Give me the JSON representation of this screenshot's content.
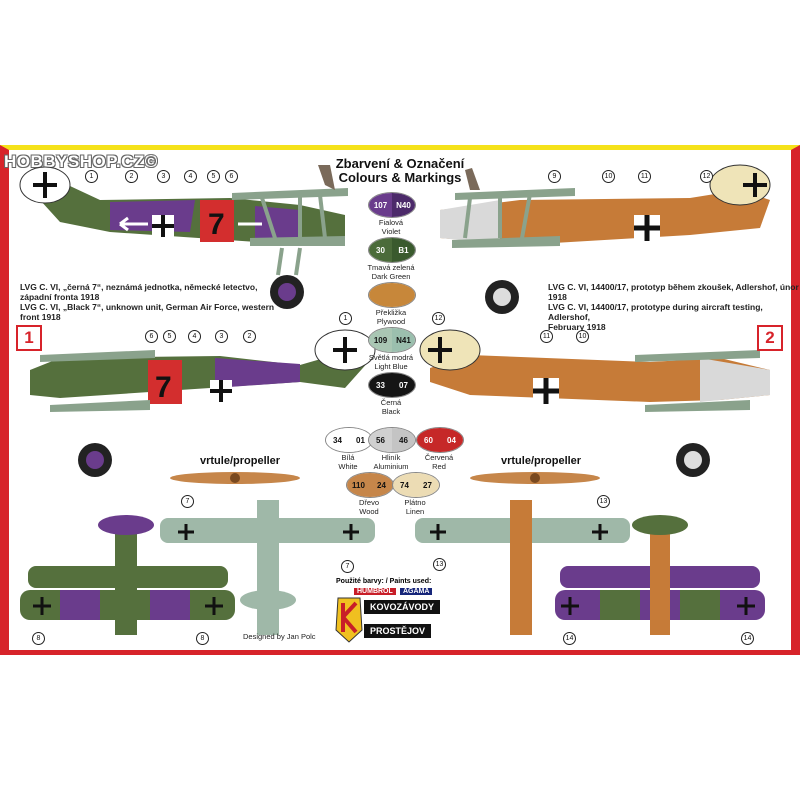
{
  "watermark": "HOBBYSHOP.CZ©",
  "title": {
    "cz": "Zbarvení & Označení",
    "en": "Colours & Markings"
  },
  "profile1": {
    "badge": "1",
    "caption_cz": [
      "LVG C. VI, „černá 7“, neznámá jednotka, německé letectvo,",
      "západní fronta 1918"
    ],
    "caption_en": [
      "LVG C. VI, „Black 7“, unknown unit, German Air Force, western",
      "front 1918"
    ],
    "fuselage_number": "7"
  },
  "profile2": {
    "badge": "2",
    "caption_cz": [
      "LVG C. VI, 14400/17, prototyp během zkoušek, Adlershof, únor 1918"
    ],
    "caption_en": [
      "LVG C. VI, 14400/17, prototype during aircraft testing, Adlershof,",
      "February 1918"
    ]
  },
  "callouts": {
    "top_left": [
      "1",
      "2",
      "3",
      "4",
      "5",
      "6"
    ],
    "mid_left": [
      "6",
      "5",
      "4",
      "3",
      "2",
      "1"
    ],
    "top_right": [
      "9",
      "10",
      "11",
      "12"
    ],
    "mid_right": [
      "12",
      "11",
      "10"
    ],
    "plan_left": [
      "7",
      "8",
      "7",
      "8"
    ],
    "plan_right": [
      "13",
      "13",
      "14",
      "14"
    ]
  },
  "paints": [
    {
      "codes": [
        "107",
        "N40"
      ],
      "cz": "Fialová",
      "en": "Violet",
      "colors": [
        "#6a3c8c",
        "#4c2a6a"
      ],
      "text": [
        "#fff",
        "#fff"
      ]
    },
    {
      "codes": [
        "30",
        "B1"
      ],
      "cz": "Tmavá zelená",
      "en": "Dark Green",
      "colors": [
        "#4b6b3a",
        "#3a5a2e"
      ],
      "text": [
        "#fff",
        "#fff"
      ]
    },
    {
      "codes": [
        "",
        ""
      ],
      "cz": "Překližka",
      "en": "Plywood",
      "colors": [
        "#c7873a",
        "#c7873a"
      ],
      "text": [
        "#fff",
        "#fff"
      ]
    },
    {
      "codes": [
        "109",
        "N41"
      ],
      "cz": "Světlá modrá",
      "en": "Light Blue",
      "colors": [
        "#a9c6b3",
        "#9bbfae"
      ],
      "text": [
        "#111",
        "#111"
      ]
    },
    {
      "codes": [
        "33",
        "07"
      ],
      "cz": "Černá",
      "en": "Black",
      "colors": [
        "#151515",
        "#151515"
      ],
      "text": [
        "#fff",
        "#fff"
      ]
    },
    {
      "codes": [
        "34",
        "01"
      ],
      "cz": "Bílá",
      "en": "White",
      "colors": [
        "#ffffff",
        "#ffffff"
      ],
      "text": [
        "#111",
        "#111"
      ]
    },
    {
      "codes": [
        "56",
        "46"
      ],
      "cz": "Hliník",
      "en": "Aluminium",
      "colors": [
        "#d0d0d0",
        "#c4c4c4"
      ],
      "text": [
        "#111",
        "#111"
      ]
    },
    {
      "codes": [
        "60",
        "04"
      ],
      "cz": "Červená",
      "en": "Red",
      "colors": [
        "#c62828",
        "#c62828"
      ],
      "text": [
        "#fff",
        "#fff"
      ]
    },
    {
      "codes": [
        "110",
        "24"
      ],
      "cz": "Dřevo",
      "en": "Wood",
      "colors": [
        "#c6864a",
        "#c6864a"
      ],
      "text": [
        "#111",
        "#111"
      ]
    },
    {
      "codes": [
        "74",
        "27"
      ],
      "cz": "Plátno",
      "en": "Linen",
      "colors": [
        "#ecdcb4",
        "#ecdcb4"
      ],
      "text": [
        "#111",
        "#111"
      ]
    }
  ],
  "propeller_label": "vrtule/propeller",
  "paints_used": "Použité barvy: / Paints used:",
  "brands": {
    "humbrol": "HUMBROL",
    "agama": "AGAMA",
    "kovozavody": "KOVOZÁVODY",
    "prostejov": "PROSTĚJOV"
  },
  "designer": "Designed by Jan Polc"
}
